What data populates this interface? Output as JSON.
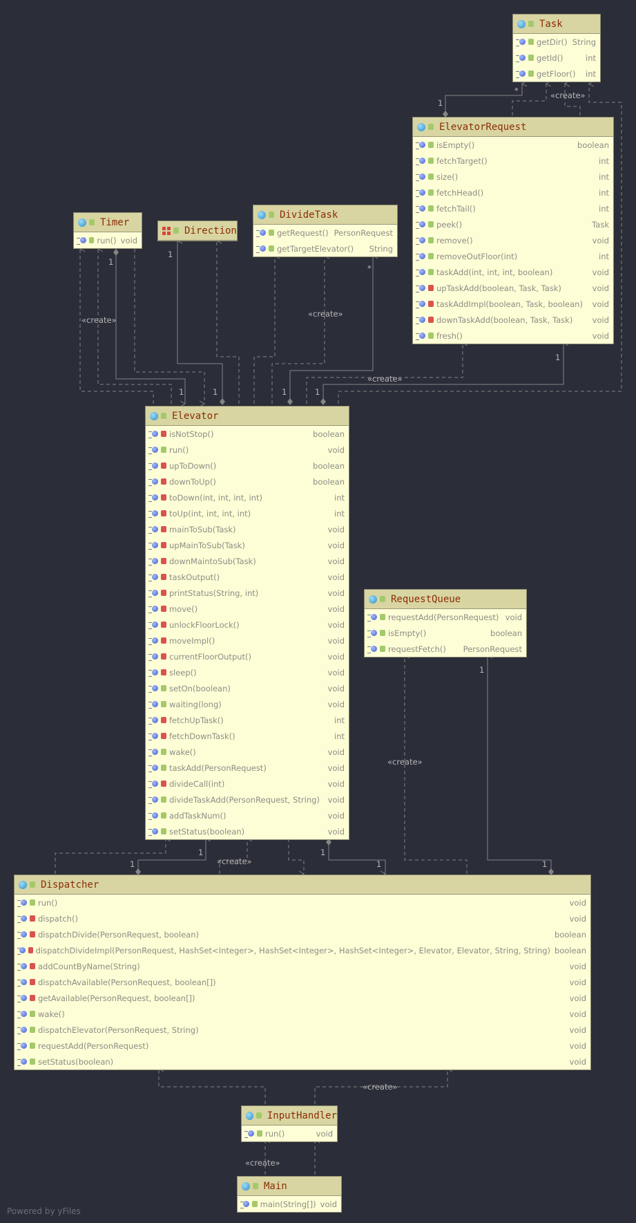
{
  "footer": "Powered by yFiles",
  "colors": {
    "background": "#2b2d38",
    "class_body": "#fdfdd6",
    "class_header": "#d8d5a2",
    "title": "#8c2d06",
    "text": "#8d8d86",
    "public": "#a4c96a",
    "private": "#d9534f",
    "wire": "#858585"
  },
  "classes": [
    {
      "id": "task",
      "name": "Task",
      "kind": "class",
      "methods": [
        {
          "n": "getDir()",
          "t": "String",
          "v": "public"
        },
        {
          "n": "getId()",
          "t": "int",
          "v": "public"
        },
        {
          "n": "getFloor()",
          "t": "int",
          "v": "public"
        }
      ]
    },
    {
      "id": "elevator-request",
      "name": "ElevatorRequest",
      "kind": "class",
      "methods": [
        {
          "n": "isEmpty()",
          "t": "boolean",
          "v": "public"
        },
        {
          "n": "fetchTarget()",
          "t": "int",
          "v": "public"
        },
        {
          "n": "size()",
          "t": "int",
          "v": "public"
        },
        {
          "n": "fetchHead()",
          "t": "int",
          "v": "public"
        },
        {
          "n": "fetchTail()",
          "t": "int",
          "v": "public"
        },
        {
          "n": "peek()",
          "t": "Task",
          "v": "public"
        },
        {
          "n": "remove()",
          "t": "void",
          "v": "public"
        },
        {
          "n": "removeOutFloor(int)",
          "t": "int",
          "v": "public"
        },
        {
          "n": "taskAdd(int, int, int, boolean)",
          "t": "void",
          "v": "public"
        },
        {
          "n": "upTaskAdd(boolean, Task, Task)",
          "t": "void",
          "v": "private"
        },
        {
          "n": "taskAddImpl(boolean, Task, boolean)",
          "t": "void",
          "v": "private"
        },
        {
          "n": "downTaskAdd(boolean, Task, Task)",
          "t": "void",
          "v": "private"
        },
        {
          "n": "fresh()",
          "t": "void",
          "v": "public"
        }
      ]
    },
    {
      "id": "timer",
      "name": "Timer",
      "kind": "class",
      "methods": [
        {
          "n": "run()",
          "t": "void",
          "v": "public"
        }
      ]
    },
    {
      "id": "direction",
      "name": "Direction",
      "kind": "enum",
      "methods": []
    },
    {
      "id": "divide-task",
      "name": "DivideTask",
      "kind": "class",
      "methods": [
        {
          "n": "getRequest()",
          "t": "PersonRequest",
          "v": "public"
        },
        {
          "n": "getTargetElevator()",
          "t": "String",
          "v": "public"
        }
      ]
    },
    {
      "id": "elevator",
      "name": "Elevator",
      "kind": "class",
      "methods": [
        {
          "n": "isNotStop()",
          "t": "boolean",
          "v": "private"
        },
        {
          "n": "run()",
          "t": "void",
          "v": "public"
        },
        {
          "n": "upToDown()",
          "t": "boolean",
          "v": "private"
        },
        {
          "n": "downToUp()",
          "t": "boolean",
          "v": "private"
        },
        {
          "n": "toDown(int, int, int, int)",
          "t": "int",
          "v": "private"
        },
        {
          "n": "toUp(int, int, int, int)",
          "t": "int",
          "v": "private"
        },
        {
          "n": "mainToSub(Task)",
          "t": "void",
          "v": "private"
        },
        {
          "n": "upMainToSub(Task)",
          "t": "void",
          "v": "private"
        },
        {
          "n": "downMaintoSub(Task)",
          "t": "void",
          "v": "private"
        },
        {
          "n": "taskOutput()",
          "t": "void",
          "v": "private"
        },
        {
          "n": "printStatus(String, int)",
          "t": "void",
          "v": "private"
        },
        {
          "n": "move()",
          "t": "void",
          "v": "private"
        },
        {
          "n": "unlockFloorLock()",
          "t": "void",
          "v": "private"
        },
        {
          "n": "moveImpl()",
          "t": "void",
          "v": "private"
        },
        {
          "n": "currentFloorOutput()",
          "t": "void",
          "v": "private"
        },
        {
          "n": "sleep()",
          "t": "void",
          "v": "private"
        },
        {
          "n": "setOn(boolean)",
          "t": "void",
          "v": "public"
        },
        {
          "n": "waiting(long)",
          "t": "void",
          "v": "public"
        },
        {
          "n": "fetchUpTask()",
          "t": "int",
          "v": "private"
        },
        {
          "n": "fetchDownTask()",
          "t": "int",
          "v": "private"
        },
        {
          "n": "wake()",
          "t": "void",
          "v": "public"
        },
        {
          "n": "taskAdd(PersonRequest)",
          "t": "void",
          "v": "public"
        },
        {
          "n": "divideCall(int)",
          "t": "void",
          "v": "private"
        },
        {
          "n": "divideTaskAdd(PersonRequest, String)",
          "t": "void",
          "v": "public"
        },
        {
          "n": "addTaskNum()",
          "t": "void",
          "v": "public"
        },
        {
          "n": "setStatus(boolean)",
          "t": "void",
          "v": "public"
        }
      ]
    },
    {
      "id": "request-queue",
      "name": "RequestQueue",
      "kind": "class",
      "methods": [
        {
          "n": "requestAdd(PersonRequest)",
          "t": "void",
          "v": "public"
        },
        {
          "n": "isEmpty()",
          "t": "boolean",
          "v": "public"
        },
        {
          "n": "requestFetch()",
          "t": "PersonRequest",
          "v": "public"
        }
      ]
    },
    {
      "id": "dispatcher",
      "name": "Dispatcher",
      "kind": "class",
      "methods": [
        {
          "n": "run()",
          "t": "void",
          "v": "public"
        },
        {
          "n": "dispatch()",
          "t": "void",
          "v": "private"
        },
        {
          "n": "dispatchDivide(PersonRequest, boolean)",
          "t": "boolean",
          "v": "private"
        },
        {
          "n": "dispatchDivideImpl(PersonRequest, HashSet<Integer>, HashSet<Integer>, HashSet<Integer>, Elevator, Elevator, String, String)",
          "t": "boolean",
          "v": "private"
        },
        {
          "n": "addCountByName(String)",
          "t": "void",
          "v": "private"
        },
        {
          "n": "dispatchAvailable(PersonRequest, boolean[])",
          "t": "void",
          "v": "private"
        },
        {
          "n": "getAvailable(PersonRequest, boolean[])",
          "t": "void",
          "v": "private"
        },
        {
          "n": "wake()",
          "t": "void",
          "v": "public"
        },
        {
          "n": "dispatchElevator(PersonRequest, String)",
          "t": "void",
          "v": "public"
        },
        {
          "n": "requestAdd(PersonRequest)",
          "t": "void",
          "v": "public"
        },
        {
          "n": "setStatus(boolean)",
          "t": "void",
          "v": "public"
        }
      ]
    },
    {
      "id": "input-handler",
      "name": "InputHandler",
      "kind": "class",
      "methods": [
        {
          "n": "run()",
          "t": "void",
          "v": "public"
        }
      ]
    },
    {
      "id": "main",
      "name": "Main",
      "kind": "class",
      "methods": [
        {
          "n": "main(String[])",
          "t": "void",
          "v": "public"
        }
      ]
    }
  ],
  "edge_labels": [
    {
      "id": "task-create",
      "text": "«create»"
    },
    {
      "id": "timer-create",
      "text": "«create»"
    },
    {
      "id": "dividetask-create",
      "text": "«create»"
    },
    {
      "id": "elevreq-create",
      "text": "«create»"
    },
    {
      "id": "requestqueue-create",
      "text": "«create»"
    },
    {
      "id": "dispatcher-create",
      "text": "«create»"
    },
    {
      "id": "inputhandler-create",
      "text": "«create»"
    },
    {
      "id": "main-create",
      "text": "«create»"
    },
    {
      "id": "task-mult-star",
      "text": "*"
    },
    {
      "id": "task-mult-1",
      "text": "1"
    },
    {
      "id": "timer-mult-1",
      "text": "1"
    },
    {
      "id": "direction-mult-1",
      "text": "1"
    },
    {
      "id": "dividetask-mult-star",
      "text": "*"
    },
    {
      "id": "elevreq-mult-1",
      "text": "1"
    },
    {
      "id": "elev-in-1a",
      "text": "1"
    },
    {
      "id": "elev-in-1b",
      "text": "1"
    },
    {
      "id": "elev-in-1c",
      "text": "1"
    },
    {
      "id": "elev-in-1d",
      "text": "1"
    },
    {
      "id": "rq-mult-1",
      "text": "1"
    },
    {
      "id": "disp-mult-1a",
      "text": "1"
    },
    {
      "id": "disp-mult-1b",
      "text": "1"
    },
    {
      "id": "disp-mult-1c",
      "text": "1"
    },
    {
      "id": "disp-mult-1d",
      "text": "1"
    },
    {
      "id": "disp-mult-1e",
      "text": "1"
    }
  ]
}
